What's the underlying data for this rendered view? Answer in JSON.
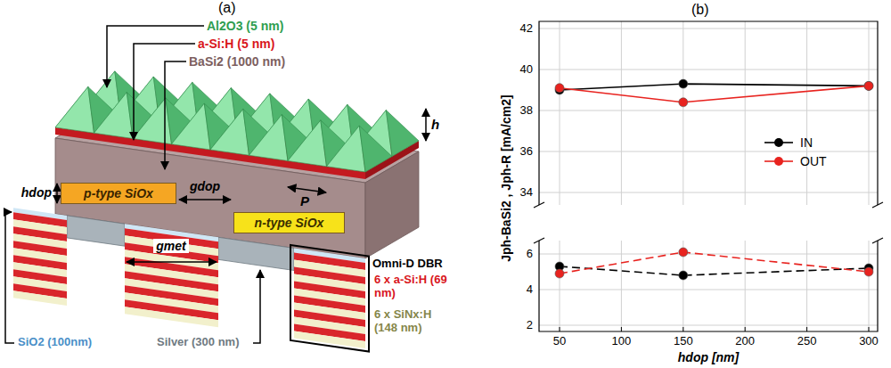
{
  "diagram": {
    "nodes": [
      {
        "text": [
          "p-type SiOx"
        ]
      },
      {
        "text": [
          "n-type SiOx"
        ]
      }
    ],
    "labels": [
      "(a)",
      "(b)",
      "Al2O3 (5 nm)",
      "a-Si:H (5 nm)",
      "BaSi2 (1000 nm)",
      "h",
      "P",
      "hdop",
      "gdop",
      "gmet",
      "Omni-D DBR",
      "6 x a-Si:H (69 nm)",
      "6 x SiNx:H (148 nm)",
      "SiO2 (100nm)",
      "Silver (300 nm)",
      "42",
      "40",
      "38",
      "36",
      "34",
      "6",
      "4",
      "2",
      "50",
      "100",
      "150",
      "200",
      "250",
      "300",
      "Jph-BaSi2 , Jph-R [mA/cm2]",
      "hdop [nm]"
    ],
    "legend": [
      {
        "text": "IN"
      },
      {
        "text": "OUT"
      }
    ]
  }
}
